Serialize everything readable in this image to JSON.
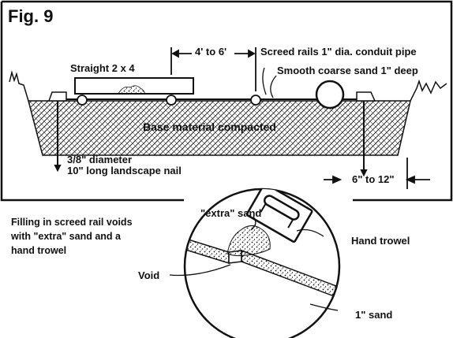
{
  "figure": {
    "title": "Fig. 9",
    "labels": {
      "straight_board": "Straight 2 x 4",
      "rail_spacing": "4' to 6'",
      "screed_rails": "Screed rails 1\" dia. conduit pipe",
      "sand_layer": "Smooth coarse sand 1\" deep",
      "base_material": "Base material compacted",
      "nail_line1": "3/8\" diameter",
      "nail_line2": "10\" long landscape nail",
      "nail_offset": "6\" to 12\"",
      "extra_sand": "\"extra\" sand",
      "hand_trowel": "Hand trowel",
      "void": "Void",
      "one_inch_sand": "1\" sand"
    },
    "note": {
      "line1": "Filling in screed rail voids",
      "line2": "with \"extra\" sand and a",
      "line3": "hand trowel"
    },
    "colors": {
      "ink": "#111111",
      "paper": "#ffffff"
    }
  }
}
